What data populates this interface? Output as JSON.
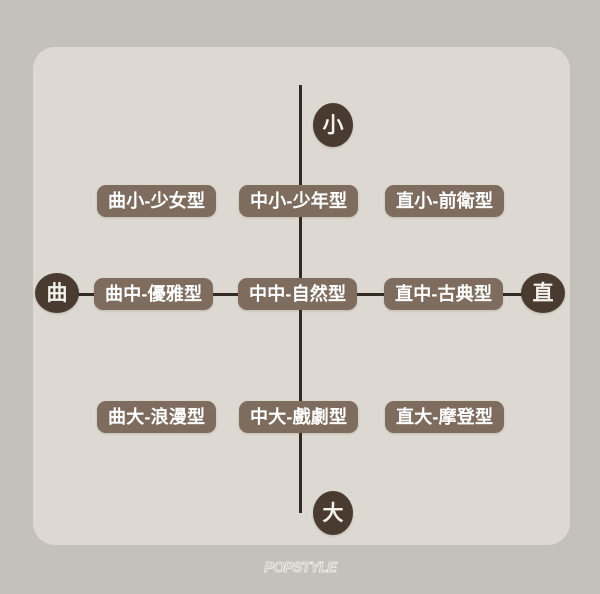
{
  "colors": {
    "page_background": "#C4C0BA",
    "card_background": "#DDD9D2",
    "axis_line": "#332A24",
    "axis_badge": "#4A3B31",
    "pill": "#7E6D5F",
    "pill_text": "#FFFFFF"
  },
  "chart_data": {
    "type": "table",
    "title": "",
    "xlabel": "曲 — 直",
    "ylabel": "小 — 大",
    "grid": false,
    "legend_position": "none",
    "axes": {
      "vertical": {
        "top_label": "小",
        "bottom_label": "大"
      },
      "horizontal": {
        "left_label": "曲",
        "right_label": "直"
      }
    },
    "row_labels": [
      "小",
      "中",
      "大"
    ],
    "column_labels": [
      "曲",
      "中",
      "直"
    ],
    "cells": [
      [
        "曲小-少女型",
        "中小-少年型",
        "直小-前衛型"
      ],
      [
        "曲中-優雅型",
        "中中-自然型",
        "直中-古典型"
      ],
      [
        "曲大-浪漫型",
        "中大-戲劇型",
        "直大-摩登型"
      ]
    ]
  },
  "matrix": {
    "axis": {
      "top": "小",
      "bottom": "大",
      "left": "曲",
      "right": "直"
    },
    "rows": [
      {
        "key": "small",
        "cells": [
          {
            "label": "曲小-少女型"
          },
          {
            "label": "中小-少年型"
          },
          {
            "label": "直小-前衛型"
          }
        ]
      },
      {
        "key": "medium",
        "cells": [
          {
            "label": "曲中-優雅型"
          },
          {
            "label": "中中-自然型"
          },
          {
            "label": "直中-古典型"
          }
        ]
      },
      {
        "key": "large",
        "cells": [
          {
            "label": "曲大-浪漫型"
          },
          {
            "label": "中大-戲劇型"
          },
          {
            "label": "直大-摩登型"
          }
        ]
      }
    ]
  },
  "watermark": {
    "text": "POPSTYLE"
  }
}
